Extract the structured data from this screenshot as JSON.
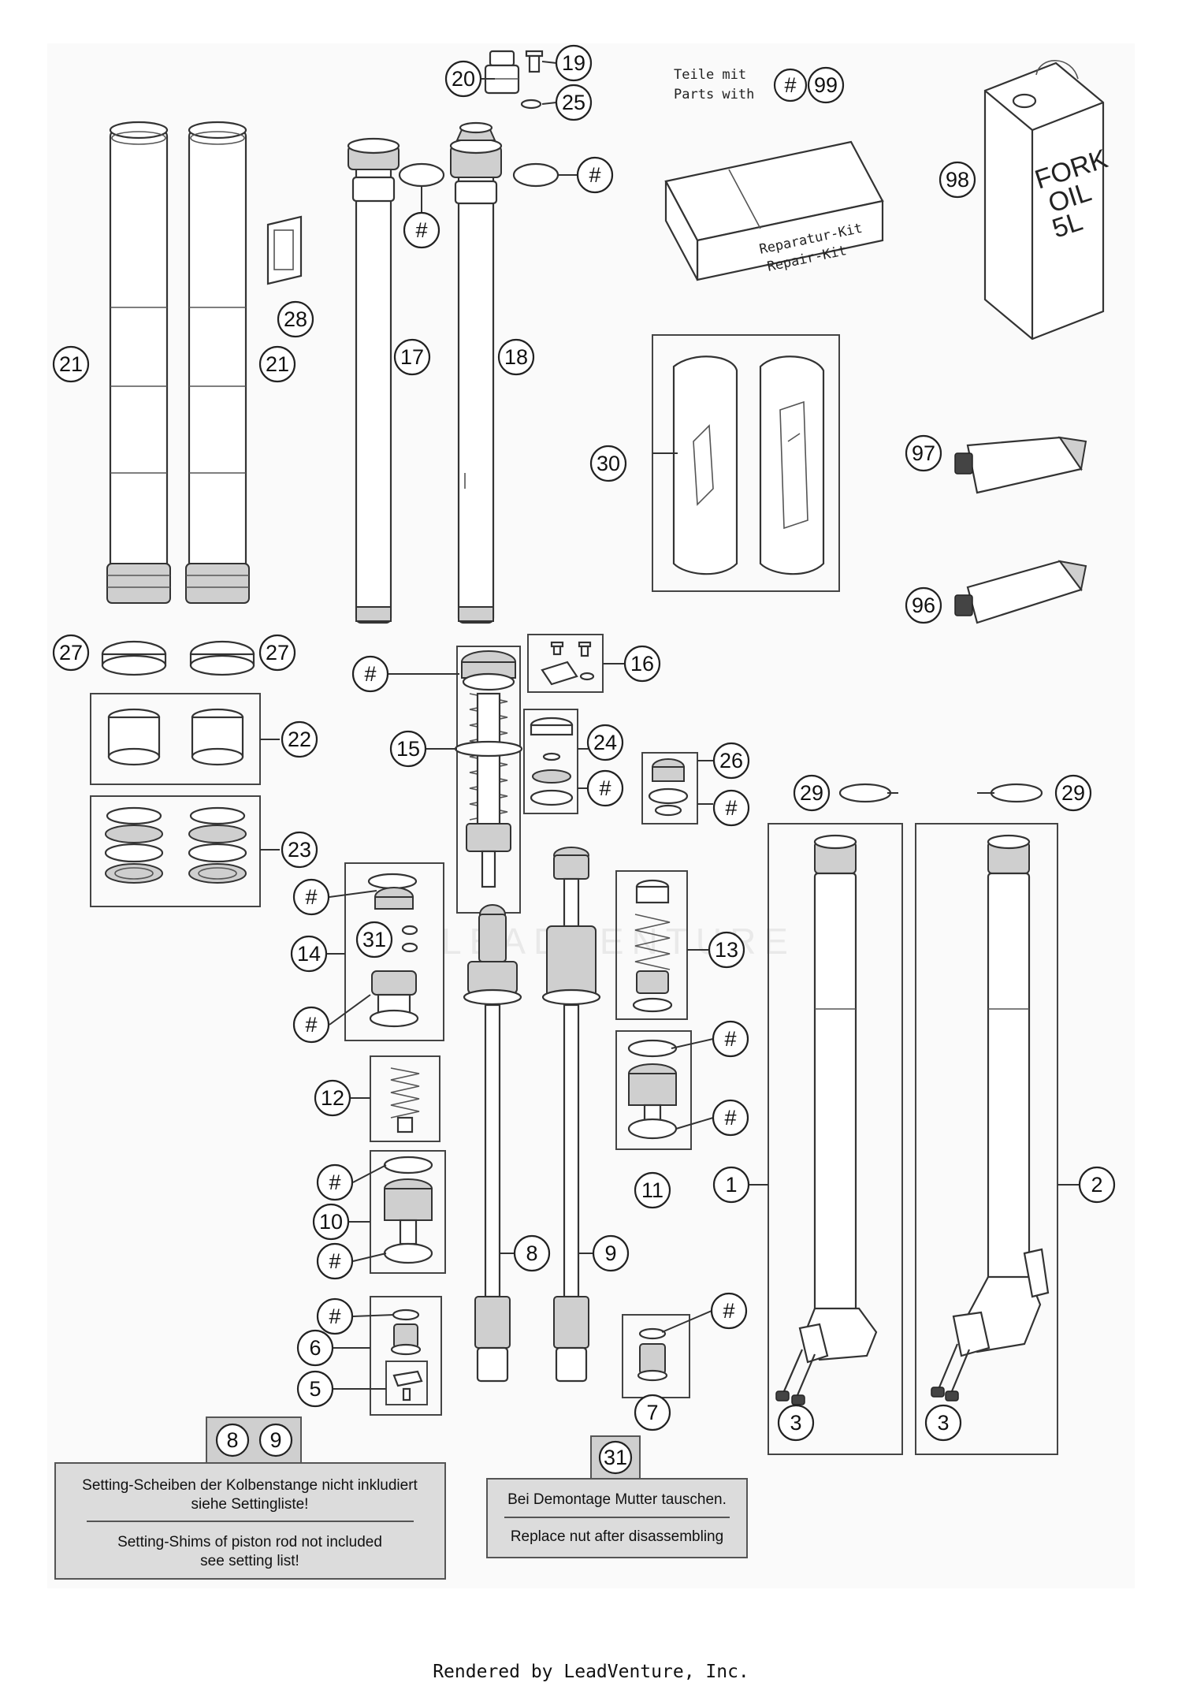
{
  "diagram": {
    "callouts": {
      "c20": "20",
      "c19": "19",
      "c25": "25",
      "c_hash_top": "#",
      "c99": "99",
      "c98": "98",
      "c28": "28",
      "c21a": "21",
      "c21b": "21",
      "c17": "17",
      "c18": "18",
      "c_hash_o17": "#",
      "c_hash_o18": "#",
      "c30": "30",
      "c97": "97",
      "c96": "96",
      "c27a": "27",
      "c27b": "27",
      "c_hash15": "#",
      "c16": "16",
      "c15": "15",
      "c24": "24",
      "c_hash24": "#",
      "c26": "26",
      "c_hash26": "#",
      "c22": "22",
      "c23": "23",
      "c29a": "29",
      "c29b": "29",
      "c_hash14a": "#",
      "c31": "31",
      "c14": "14",
      "c_hash14b": "#",
      "c13": "13",
      "c12": "12",
      "c_hash11a": "#",
      "c_hash11b": "#",
      "c11": "11",
      "c_hash10a": "#",
      "c10": "10",
      "c_hash10b": "#",
      "c1": "1",
      "c2": "2",
      "c8": "8",
      "c9": "9",
      "c_hash6": "#",
      "c6": "6",
      "c5": "5",
      "c_hash7": "#",
      "c7": "7",
      "c3a": "3",
      "c3b": "3",
      "note1_tab_a": "8",
      "note1_tab_b": "9",
      "note2_tab": "31"
    },
    "kit_label_de": "Teile mit",
    "kit_label_en": "Parts with",
    "box_label_de": "Reparatur-Kit",
    "box_label_en": "Repair-Kit",
    "can_label": [
      "FORK",
      "OIL",
      "5L"
    ],
    "watermark": "LEADVENTURE",
    "note_shims": {
      "de_line1": "Setting-Scheiben der Kolbenstange nicht inkludiert",
      "de_line2": "siehe Settingliste!",
      "en_line1": "Setting-Shims of piston rod not included",
      "en_line2": "see setting list!"
    },
    "note_nut": {
      "de": "Bei Demontage Mutter tauschen.",
      "en": "Replace nut after disassembling"
    },
    "footer": "Rendered by LeadVenture, Inc."
  }
}
